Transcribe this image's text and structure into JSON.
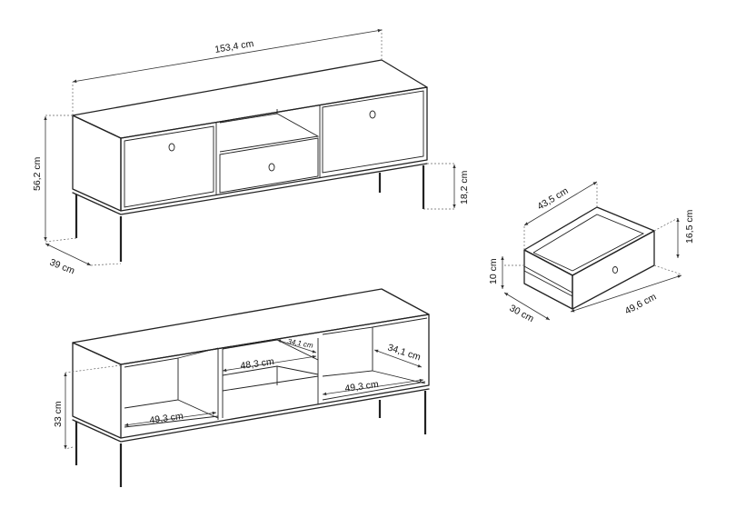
{
  "views": {
    "front": {
      "width": "153,4 cm",
      "height": "56,2 cm",
      "depth": "39 cm",
      "leg_height": "18,2 cm"
    },
    "interior": {
      "cabinet_height": "33 cm",
      "left_width": "49,3 cm",
      "middle_width": "48,3 cm",
      "right_width": "49,3 cm",
      "shelf_depth_small": "34,1 cm",
      "shelf_depth": "34,1 cm"
    },
    "drawer": {
      "width": "43,5 cm",
      "height": "16,5 cm",
      "front_height": "10 cm",
      "depth_front": "30 cm",
      "depth": "49,6 cm"
    }
  }
}
